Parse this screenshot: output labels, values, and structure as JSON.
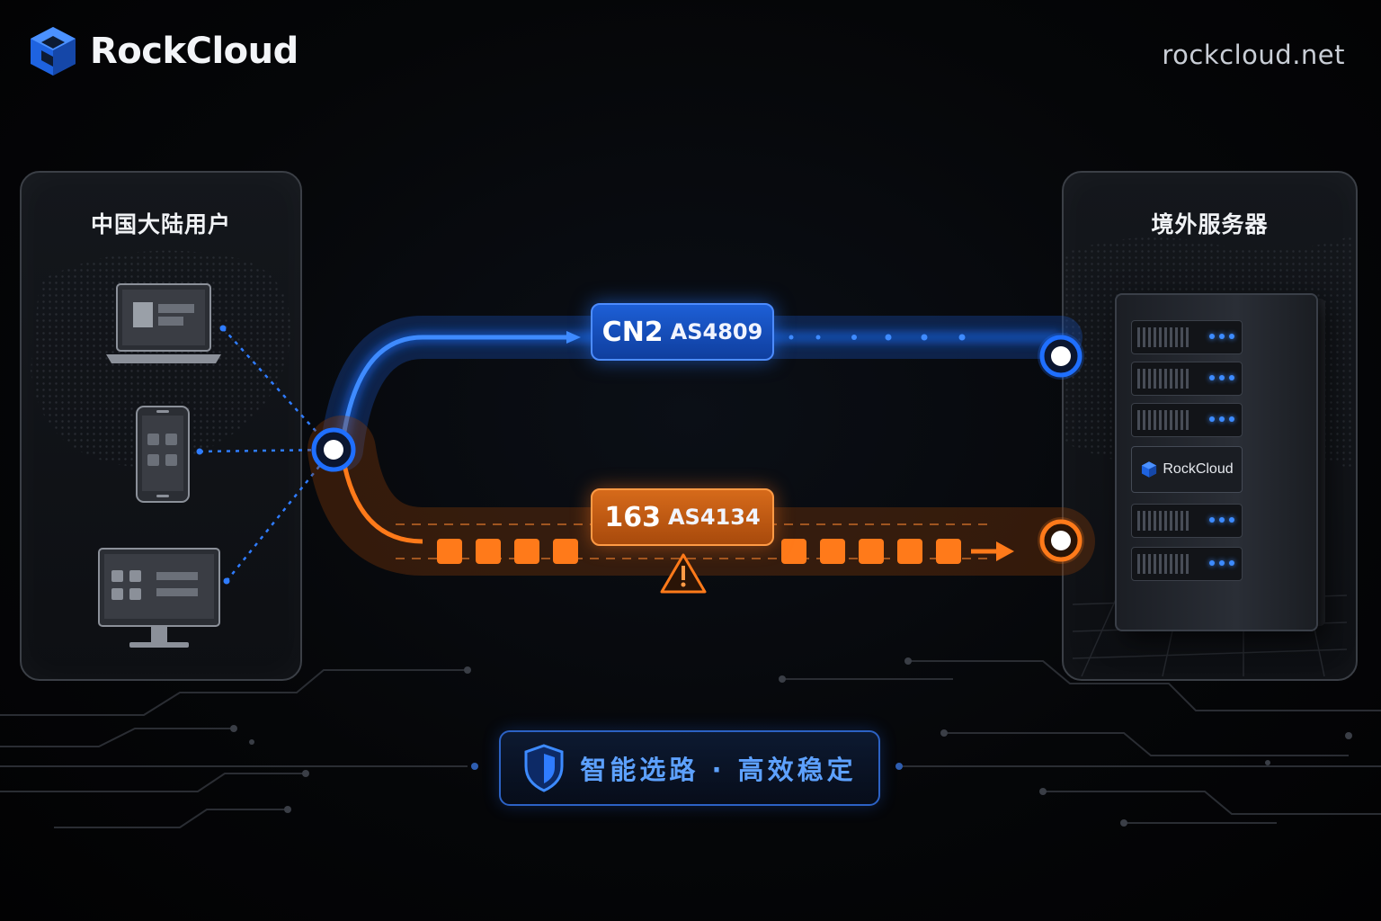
{
  "header": {
    "brand": "RockCloud",
    "url": "rockcloud.net"
  },
  "left_panel": {
    "title": "中国大陆用户",
    "devices": [
      "laptop-icon",
      "smartphone-icon",
      "desktop-monitor-icon"
    ]
  },
  "right_panel": {
    "title": "境外服务器",
    "rack_brand": "RockCloud"
  },
  "routes": {
    "cn2": {
      "name": "CN2",
      "asn": "AS4809",
      "color": "#1f6fff"
    },
    "r163": {
      "name": "163",
      "asn": "AS4134",
      "color": "#ff7a1a"
    }
  },
  "badge": {
    "icon": "shield-icon",
    "text": "智能选路 · 高效稳定"
  }
}
